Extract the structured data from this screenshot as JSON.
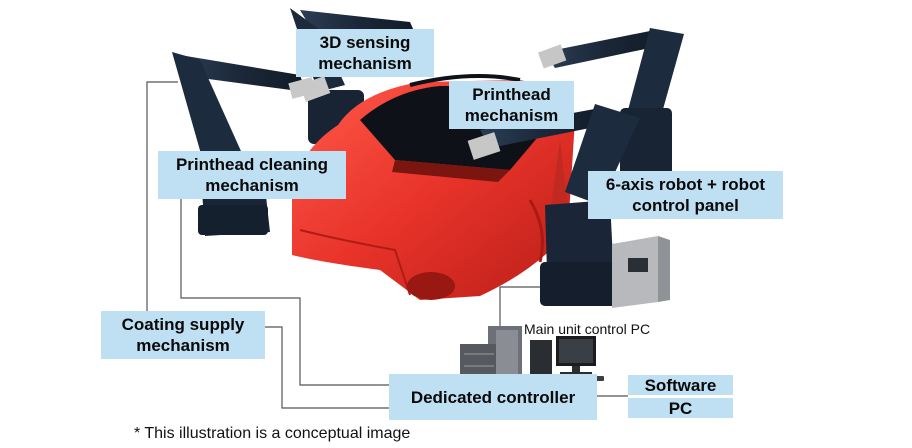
{
  "labels": {
    "sensing": [
      "3D sensing",
      "mechanism"
    ],
    "printhead": [
      "Printhead",
      "mechanism"
    ],
    "cleaning": [
      "Printhead cleaning",
      "mechanism"
    ],
    "robot": [
      "6-axis robot + robot",
      "control panel"
    ],
    "coating": [
      "Coating supply",
      "mechanism"
    ],
    "controller": "Dedicated controller",
    "software": "Software",
    "pc": "PC"
  },
  "main_unit_pc": "Main unit control PC",
  "footnote": "* This illustration is a conceptual image",
  "colors": {
    "label_bg": "#bfdff2",
    "car_body": "#e8332a",
    "robot_arm": "#1c2a3c",
    "connector_line": "#555555"
  }
}
